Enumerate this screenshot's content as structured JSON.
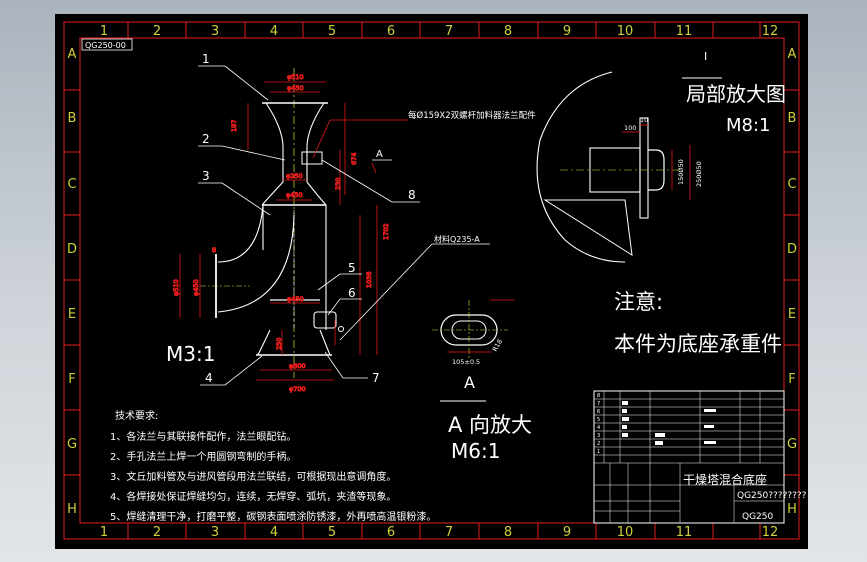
{
  "drawing": {
    "code": "QG250-00",
    "zones_top": [
      "1",
      "2",
      "3",
      "4",
      "5",
      "6",
      "7",
      "8",
      "9",
      "10",
      "11",
      "12"
    ],
    "zones_bottom": [
      "1",
      "2",
      "3",
      "4",
      "5",
      "6",
      "7",
      "8",
      "9",
      "10",
      "11",
      "12"
    ],
    "zones_side": [
      "A",
      "B",
      "C",
      "D",
      "E",
      "F",
      "G",
      "H"
    ]
  },
  "main_view": {
    "scale": "M3:1",
    "balloons": [
      "1",
      "2",
      "3",
      "4",
      "5",
      "6",
      "7",
      "8"
    ],
    "callout_flange": "每Ø159X2双螺杆加料器法兰配件",
    "view_marker": "A",
    "material_note": "材料Q235-A",
    "dims": {
      "d510_top": "φ510",
      "d450_top": "φ450",
      "h187": "187",
      "h674": "674",
      "h230": "230",
      "d250": "φ250",
      "d450_mid": "φ450",
      "d8": "8",
      "d510_side": "φ510",
      "d450_side": "φ450",
      "h1702": "1702",
      "h1036": "1036",
      "d450_low": "φ450",
      "d600": "φ600",
      "d700": "φ700",
      "h250": "250"
    }
  },
  "detail_view": {
    "label": "I",
    "title": "局部放大图",
    "scale": "M8:1",
    "dims": {
      "w100": "100",
      "w10": "10",
      "d150": "150Ø50",
      "d250": "250Ø50"
    }
  },
  "a_view": {
    "label": "A",
    "title": "A 向放大",
    "scale": "M6:1",
    "dims": {
      "d105": "105±0.5",
      "r": "R18"
    }
  },
  "note": {
    "title": "注意:",
    "text": "本件为底座承重件"
  },
  "tech_req": {
    "title": "技术要求:",
    "items": [
      "1、各法兰与其联接件配作，法兰眼配钻。",
      "2、手孔法兰上焊一个用圆钢弯制的手柄。",
      "3、文丘加料管及与进风管段用法兰联结，可根据现出意调角度。",
      "4、各焊接处保证焊缝均匀，连续，无焊穿、弧坑，夹渣等现象。",
      "5、焊缝清理干净，打磨平整，碳钢表面喷涂防锈漆，外再喷高温银粉漆。"
    ]
  },
  "title_block": {
    "name": "干燥塔混合底座",
    "code": "QG250????????",
    "code2": "QG250",
    "row_nums": [
      "1",
      "2",
      "3",
      "4",
      "5",
      "6",
      "7",
      "8"
    ]
  },
  "colors": {
    "frame": "#e31b1b",
    "text": "#ffffff",
    "dim": "#e31b1b",
    "zone": "#cfcf3a",
    "outline": "#ffffff",
    "center": "#e0e03a"
  }
}
